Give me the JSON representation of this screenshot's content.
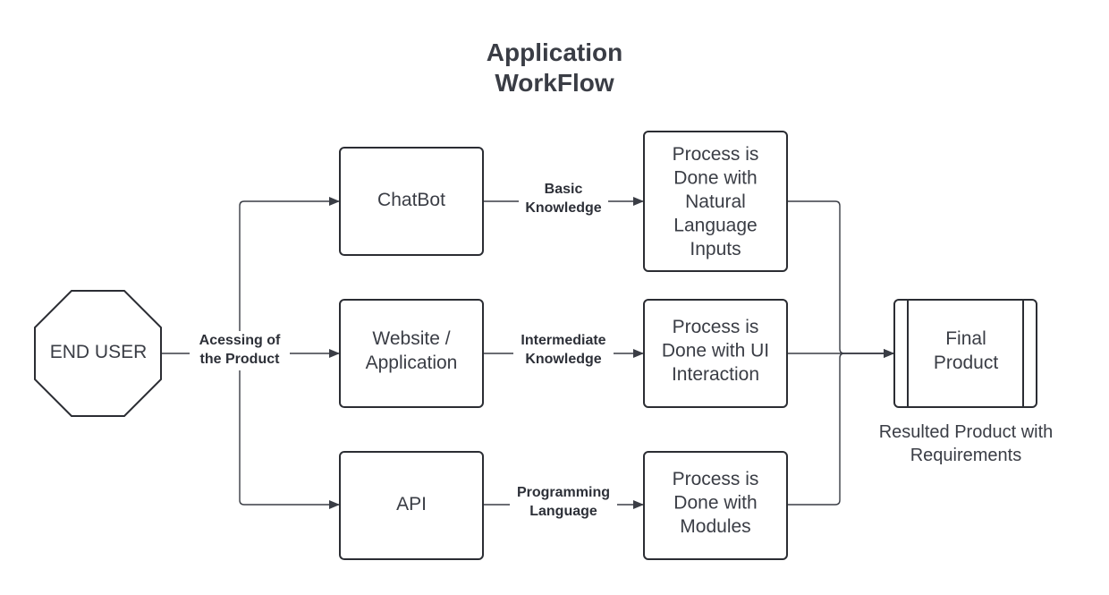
{
  "title": {
    "lines": [
      "Application",
      "WorkFlow"
    ]
  },
  "nodes": {
    "end_user": {
      "lines": [
        "END USER"
      ]
    },
    "chatbot": {
      "lines": [
        "ChatBot"
      ]
    },
    "website": {
      "lines": [
        "Website /",
        "Application"
      ]
    },
    "api": {
      "lines": [
        "API"
      ]
    },
    "process_nl": {
      "lines": [
        "Process is",
        "Done with",
        "Natural",
        "Language",
        "Inputs"
      ]
    },
    "process_ui": {
      "lines": [
        "Process is",
        "Done with UI",
        "Interaction"
      ]
    },
    "process_modules": {
      "lines": [
        "Process is",
        "Done with",
        "Modules"
      ]
    },
    "final_product": {
      "lines": [
        "Final",
        "Product"
      ]
    }
  },
  "edges": {
    "access": {
      "lines": [
        "Acessing of",
        "the Product"
      ]
    },
    "basic": {
      "lines": [
        "Basic",
        "Knowledge"
      ]
    },
    "intermediate": {
      "lines": [
        "Intermediate",
        "Knowledge"
      ]
    },
    "programming": {
      "lines": [
        "Programming",
        "Language"
      ]
    }
  },
  "caption": {
    "lines": [
      "Resulted Product with",
      "Requirements"
    ]
  },
  "colors": {
    "stroke": "#2b2d33",
    "text": "#3a3d45",
    "background": "#ffffff"
  }
}
